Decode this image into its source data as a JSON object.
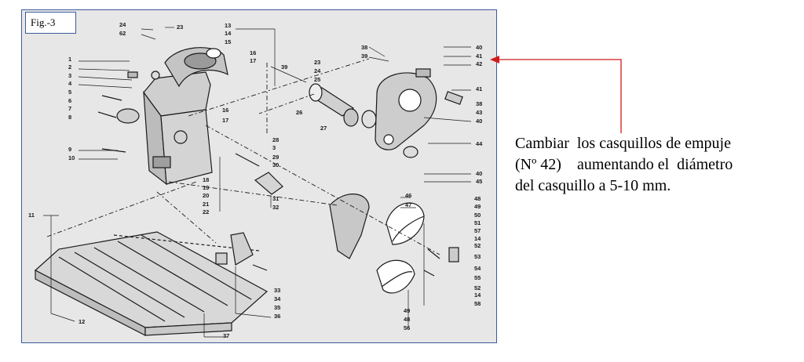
{
  "figure": {
    "label": "Fig.-3",
    "callouts": [
      "24",
      "62",
      "23",
      "13",
      "14",
      "15",
      "16",
      "17",
      "1",
      "2",
      "3",
      "4",
      "5",
      "6",
      "7",
      "8",
      "9",
      "10",
      "39",
      "23",
      "24",
      "25",
      "26",
      "27",
      "38",
      "39",
      "40",
      "41",
      "42",
      "41",
      "38",
      "43",
      "40",
      "44",
      "16",
      "17",
      "28",
      "3",
      "29",
      "30",
      "18",
      "19",
      "20",
      "21",
      "22",
      "31",
      "32",
      "40",
      "45",
      "46",
      "47",
      "48",
      "49",
      "50",
      "51",
      "57",
      "14",
      "52",
      "53",
      "54",
      "55",
      "52",
      "14",
      "58",
      "11",
      "12",
      "33",
      "34",
      "35",
      "36",
      "37",
      "49",
      "48",
      "56"
    ]
  },
  "note": {
    "lines": [
      "Cambiar  los casquillos de empuje",
      "(Nº 42)    aumentando el  diámetro",
      "del casquillo a 5-10 mm."
    ]
  },
  "colors": {
    "pointer": "#d11b1b",
    "frame": "#3b5a9a",
    "panel": "#e7e7e7",
    "ink": "#1a1a1a"
  }
}
